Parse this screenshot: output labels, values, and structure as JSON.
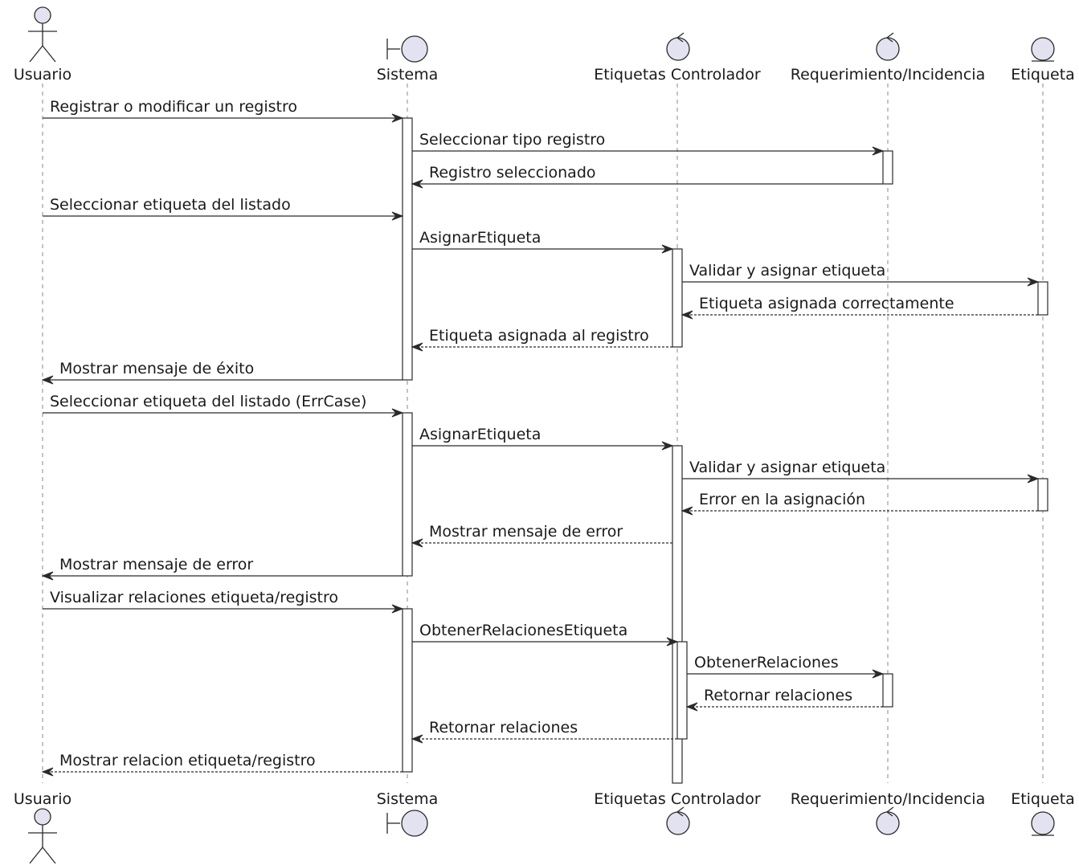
{
  "participants": [
    {
      "id": "usuario",
      "label": "Usuario",
      "kind": "actor"
    },
    {
      "id": "sistema",
      "label": "Sistema",
      "kind": "boundary"
    },
    {
      "id": "controlador",
      "label": "Etiquetas Controlador",
      "kind": "control"
    },
    {
      "id": "requerimiento",
      "label": "Requerimiento/Incidencia",
      "kind": "control"
    },
    {
      "id": "etiqueta",
      "label": "Etiqueta",
      "kind": "entity"
    }
  ],
  "messages": [
    {
      "from": "usuario",
      "to": "sistema",
      "label": "Registrar o modificar un registro",
      "style": "solid"
    },
    {
      "from": "sistema",
      "to": "requerimiento",
      "label": "Seleccionar tipo registro",
      "style": "solid"
    },
    {
      "from": "requerimiento",
      "to": "sistema",
      "label": "Registro seleccionado",
      "style": "solid"
    },
    {
      "from": "usuario",
      "to": "sistema",
      "label": "Seleccionar etiqueta del listado",
      "style": "solid"
    },
    {
      "from": "sistema",
      "to": "controlador",
      "label": "AsignarEtiqueta",
      "style": "solid"
    },
    {
      "from": "controlador",
      "to": "etiqueta",
      "label": "Validar y asignar etiqueta",
      "style": "solid"
    },
    {
      "from": "etiqueta",
      "to": "controlador",
      "label": "Etiqueta asignada correctamente",
      "style": "dashed"
    },
    {
      "from": "controlador",
      "to": "sistema",
      "label": "Etiqueta asignada al registro",
      "style": "dashed"
    },
    {
      "from": "sistema",
      "to": "usuario",
      "label": "Mostrar mensaje de éxito",
      "style": "solid"
    },
    {
      "from": "usuario",
      "to": "sistema",
      "label": "Seleccionar etiqueta del listado (ErrCase)",
      "style": "solid"
    },
    {
      "from": "sistema",
      "to": "controlador",
      "label": "AsignarEtiqueta",
      "style": "solid"
    },
    {
      "from": "controlador",
      "to": "etiqueta",
      "label": "Validar y asignar etiqueta",
      "style": "solid"
    },
    {
      "from": "etiqueta",
      "to": "controlador",
      "label": "Error en la asignación",
      "style": "dashed"
    },
    {
      "from": "controlador",
      "to": "sistema",
      "label": "Mostrar mensaje de error",
      "style": "dashed"
    },
    {
      "from": "sistema",
      "to": "usuario",
      "label": "Mostrar mensaje de error",
      "style": "solid"
    },
    {
      "from": "usuario",
      "to": "sistema",
      "label": "Visualizar relaciones etiqueta/registro",
      "style": "solid"
    },
    {
      "from": "sistema",
      "to": "controlador",
      "label": "ObtenerRelacionesEtiqueta",
      "style": "solid"
    },
    {
      "from": "controlador",
      "to": "requerimiento",
      "label": "ObtenerRelaciones",
      "style": "solid"
    },
    {
      "from": "requerimiento",
      "to": "controlador",
      "label": "Retornar relaciones",
      "style": "dashed"
    },
    {
      "from": "controlador",
      "to": "sistema",
      "label": "Retornar relaciones",
      "style": "dashed"
    },
    {
      "from": "sistema",
      "to": "usuario",
      "label": "Mostrar relacion etiqueta/registro",
      "style": "dashed"
    }
  ]
}
